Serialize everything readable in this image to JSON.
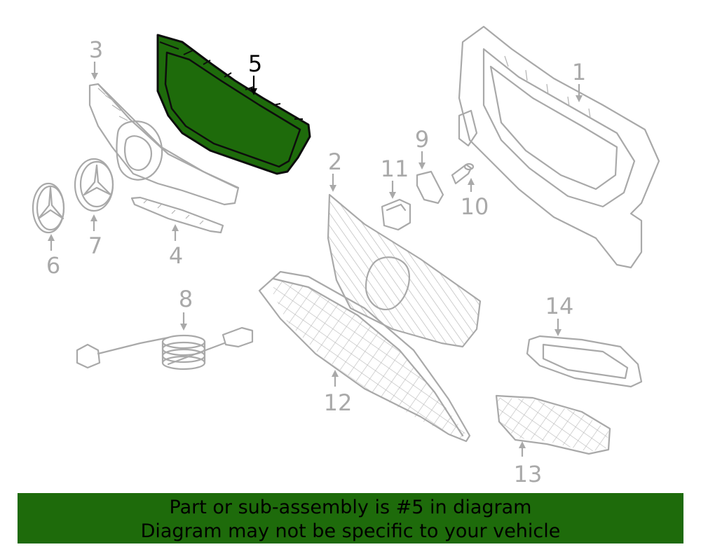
{
  "diagram": {
    "callouts": {
      "p1": "1",
      "p2": "2",
      "p3": "3",
      "p4": "4",
      "p5": "5",
      "p6": "6",
      "p7": "7",
      "p8": "8",
      "p9": "9",
      "p10": "10",
      "p11": "11",
      "p12": "12",
      "p13": "13",
      "p14": "14"
    },
    "highlight_color": "#1e6b0b",
    "line_color": "#a9a9a9"
  },
  "banner": {
    "line1": "Part or sub-assembly is #5 in diagram",
    "line2": "Diagram may not be specific to your vehicle",
    "background": "#1e6b0b"
  }
}
